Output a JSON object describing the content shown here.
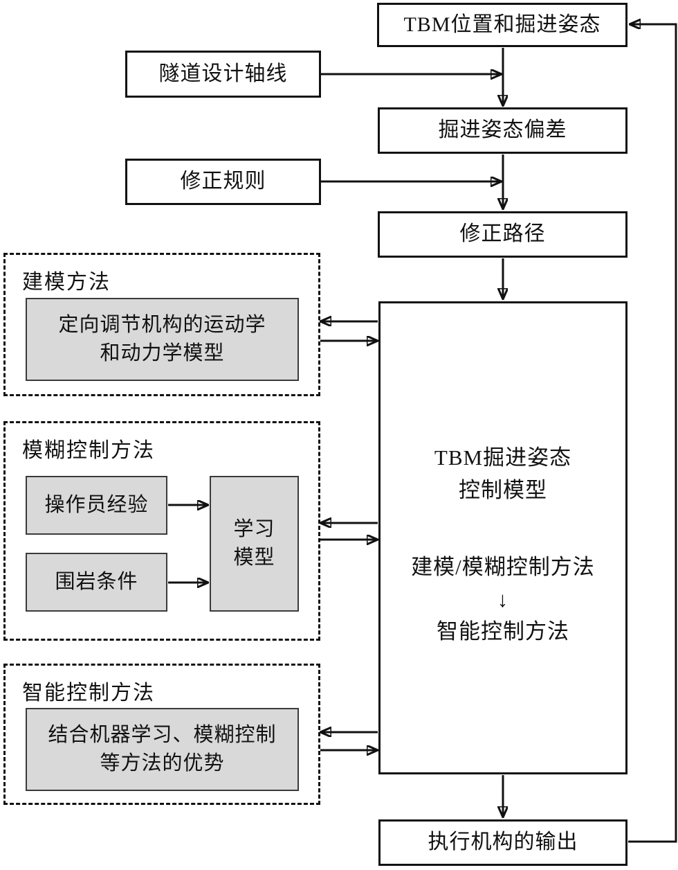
{
  "colors": {
    "line": "#111111",
    "box_fill": "#ffffff",
    "method_box_fill": "#d9d9d9",
    "background": "#ffffff"
  },
  "flow_boxes": {
    "tbm_pose": {
      "label": "TBM位置和掘进姿态"
    },
    "tunnel_axis": {
      "label": "隧道设计轴线"
    },
    "pose_deviation": {
      "label": "掘进姿态偏差"
    },
    "correction_rules": {
      "label": "修正规则"
    },
    "correction_path": {
      "label": "修正路径"
    },
    "control_model": {
      "title": "TBM掘进姿态\n控制模型",
      "evolution": "建模/模糊控制方法\n↓\n智能控制方法"
    },
    "actuator_output": {
      "label": "执行机构的输出"
    }
  },
  "method_groups": {
    "modeling": {
      "label": "建模方法",
      "items": [
        {
          "label": "定向调节机构的运动学\n和动力学模型"
        }
      ]
    },
    "fuzzy": {
      "label": "模糊控制方法",
      "items": [
        {
          "label": "操作员经验"
        },
        {
          "label": "围岩条件"
        },
        {
          "label": "学习\n模型"
        }
      ]
    },
    "intelligent": {
      "label": "智能控制方法",
      "items": [
        {
          "label": "结合机器学习、模糊控制\n等方法的优势"
        }
      ]
    }
  }
}
